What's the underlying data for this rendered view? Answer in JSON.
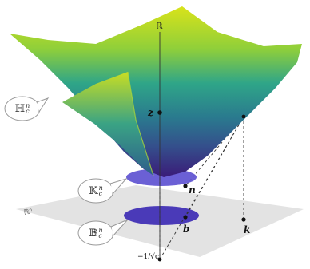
{
  "labels": {
    "axis_r": "ℝ",
    "point_z": "z",
    "point_n": "n",
    "point_b": "b",
    "point_k": "k",
    "neg_inv_sqrt_c": "−1/√c",
    "plane_r": "ℝⁿ"
  },
  "bubbles": {
    "hyperboloid": {
      "base": "ℍ",
      "sup": "n",
      "sub": "c"
    },
    "klein": {
      "base": "𝕂",
      "sup": "n",
      "sub": "c"
    },
    "poincare": {
      "base": "𝔹",
      "sup": "n",
      "sub": "c"
    }
  },
  "colors": {
    "surface_top": "#d8e218",
    "surface_mid": "#2f9e88",
    "surface_low": "#36538c",
    "surface_bottom": "#3d1a78",
    "disk": "#5b4fc9",
    "plane": "#d9d9d9"
  }
}
